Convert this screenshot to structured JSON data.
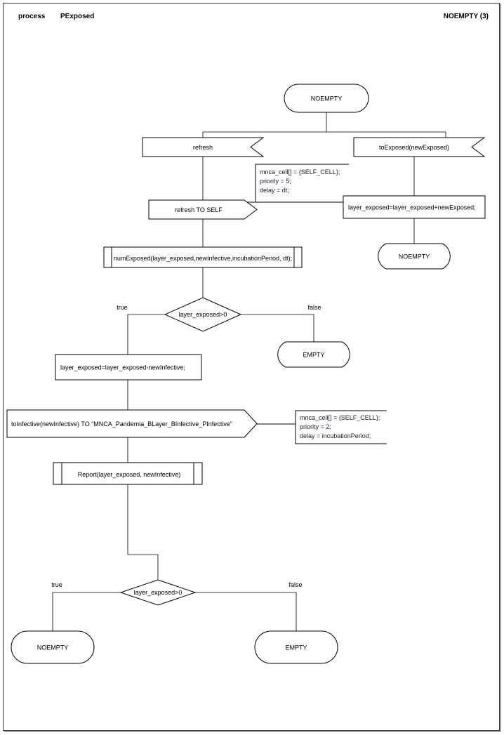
{
  "header": {
    "kind": "process",
    "name": "PExposed",
    "state_ref": "NOEMPTY (3)"
  },
  "diagram": {
    "type": "sdl-process-flowchart",
    "nodes": {
      "start_state": {
        "kind": "state",
        "label": "NOEMPTY"
      },
      "input_refresh": {
        "kind": "input",
        "label": "refresh"
      },
      "input_to_exposed": {
        "kind": "input",
        "label": "toExposed(newExposed)"
      },
      "output_refresh_self": {
        "kind": "output",
        "label": "refresh TO SELF"
      },
      "task_add_exposed": {
        "kind": "task",
        "label": "layer_exposed=layer_exposed+newExposed;"
      },
      "state_noempty_right": {
        "kind": "state",
        "label": "NOEMPTY"
      },
      "proc_num_exposed": {
        "kind": "procedure-call",
        "label": "numExposed(layer_exposed,newInfective,incubationPeriod, dt);"
      },
      "decision_1": {
        "kind": "decision",
        "label": "layer_exposed>0"
      },
      "state_empty_1": {
        "kind": "state",
        "label": "EMPTY"
      },
      "task_sub_infective": {
        "kind": "task",
        "label": "layer_exposed=layer_exposed-newInfective;"
      },
      "output_to_infective": {
        "kind": "output",
        "label": "toInfective(newInfective) TO “MNCA_Pandemia_BLayer_BInfective_PInfective”"
      },
      "proc_report": {
        "kind": "procedure-call",
        "label": "Report(layer_exposed, newInfective)"
      },
      "decision_2": {
        "kind": "decision",
        "label": "layer_exposed>0"
      },
      "state_noempty_end": {
        "kind": "state",
        "label": "NOEMPTY"
      },
      "state_empty_end": {
        "kind": "state",
        "label": "EMPTY"
      }
    },
    "comments": {
      "comment_refresh": {
        "lines": [
          "mnca_cell[] = {SELF_CELL};",
          "priority = 5;",
          "delay = dt;"
        ]
      },
      "comment_infective": {
        "lines": [
          "mnca_cell[] = {SELF_CELL};",
          "priority = 2;",
          "delay = incubationPeriod;"
        ]
      }
    },
    "branch_labels": {
      "d1_true": "true",
      "d1_false": "false",
      "d2_true": "true",
      "d2_false": "false"
    },
    "colors": {
      "stroke": "#000000",
      "connector": "#404040",
      "text": "#1a1a2e",
      "background": "#ffffff",
      "frame": "#3a3a3a"
    }
  }
}
